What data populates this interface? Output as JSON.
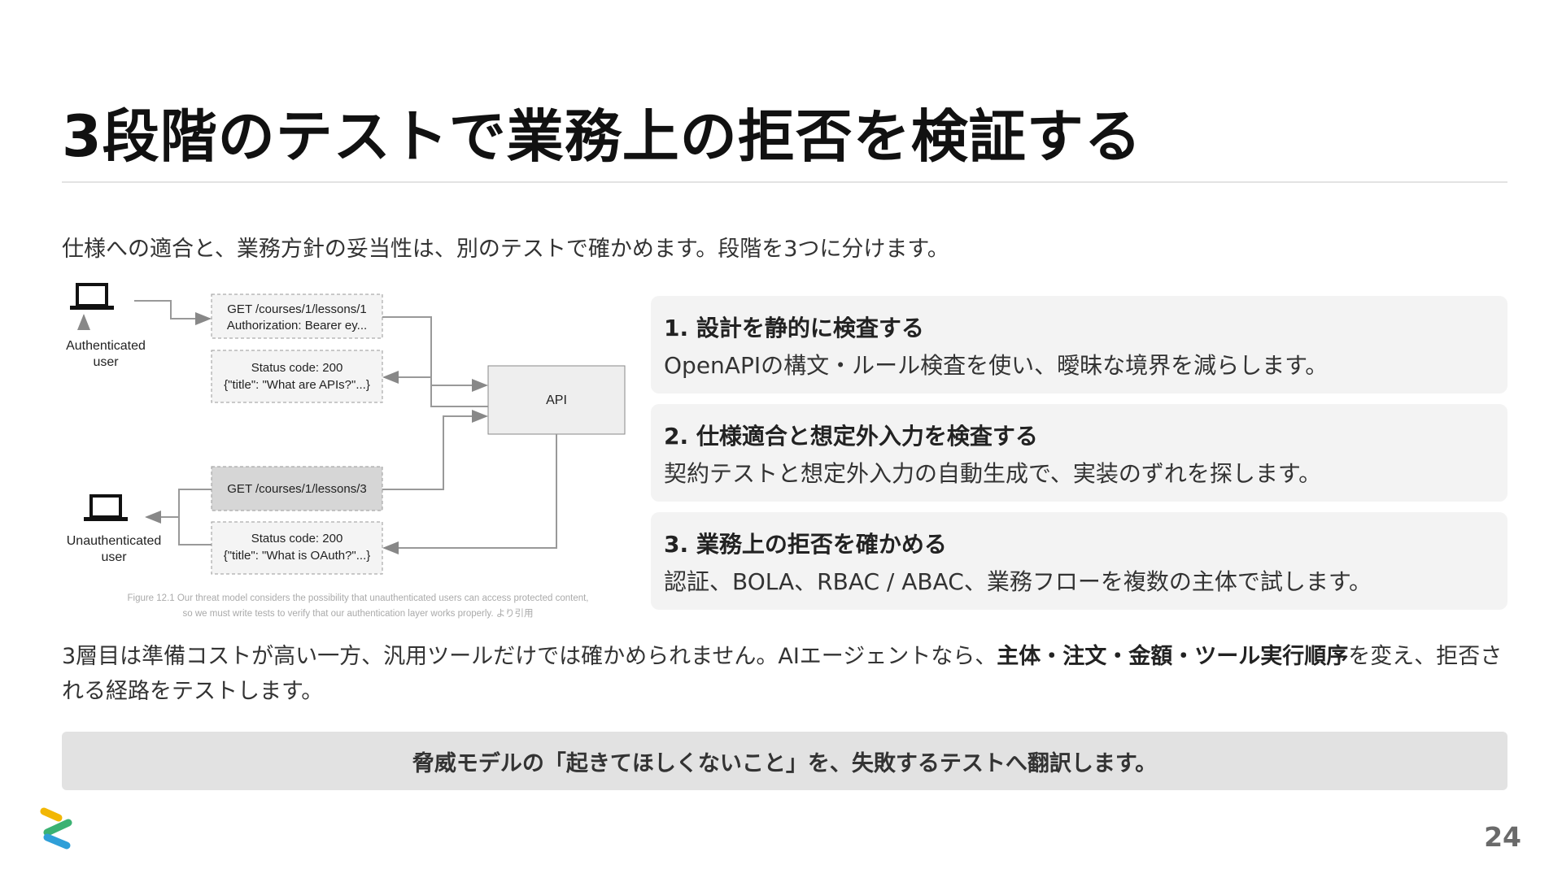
{
  "slide": {
    "title": "3段階のテストで業務上の拒否を検証する",
    "intro": "仕様への適合と、業務方針の妥当性は、別のテストで確かめます。段階を3つに分けます。",
    "page_number": "24"
  },
  "diagram": {
    "auth_user_label_1": "Authenticated",
    "auth_user_label_2": "user",
    "unauth_user_label_1": "Unauthenticated",
    "unauth_user_label_2": "user",
    "req1_line1": "GET /courses/1/lessons/1",
    "req1_line2": "Authorization: Bearer ey...",
    "resp1_line1": "Status code: 200",
    "resp1_line2": "{\"title\": \"What are APIs?\"...}",
    "api_label": "API",
    "req2_line1": "GET /courses/1/lessons/3",
    "resp2_line1": "Status code: 200",
    "resp2_line2": "{\"title\": \"What is OAuth?\"...}",
    "caption_line1": "Figure 12.1 Our threat model considers the possibility that unauthenticated users can access protected content,",
    "caption_line2": "so we must write tests to verify that our authentication layer works properly. より引用"
  },
  "steps": [
    {
      "title": "1. 設計を静的に検査する",
      "description": "OpenAPIの構文・ルール検査を使い、曖昧な境界を減らします。"
    },
    {
      "title": "2. 仕様適合と想定外入力を検査する",
      "description": "契約テストと想定外入力の自動生成で、実装のずれを探します。"
    },
    {
      "title": "3. 業務上の拒否を確かめる",
      "description": "認証、BOLA、RBAC / ABAC、業務フローを複数の主体で試します。"
    }
  ],
  "body": {
    "part1": "3層目は準備コストが高い一方、汎用ツールだけでは確かめられません。AIエージェントなら、",
    "bold": "主体・注文・金額・ツール実行順序",
    "part2": "を変え、拒否される経路をテストします。"
  },
  "banner": "脅威モデルの「起きてほしくないこと」を、失敗するテストへ翻訳します。",
  "colors": {
    "accent_yellow": "#f2b705",
    "accent_green": "#3bb273",
    "accent_blue": "#2f9fd8",
    "card_bg": "#f3f3f3",
    "banner_bg": "#e2e2e2"
  }
}
